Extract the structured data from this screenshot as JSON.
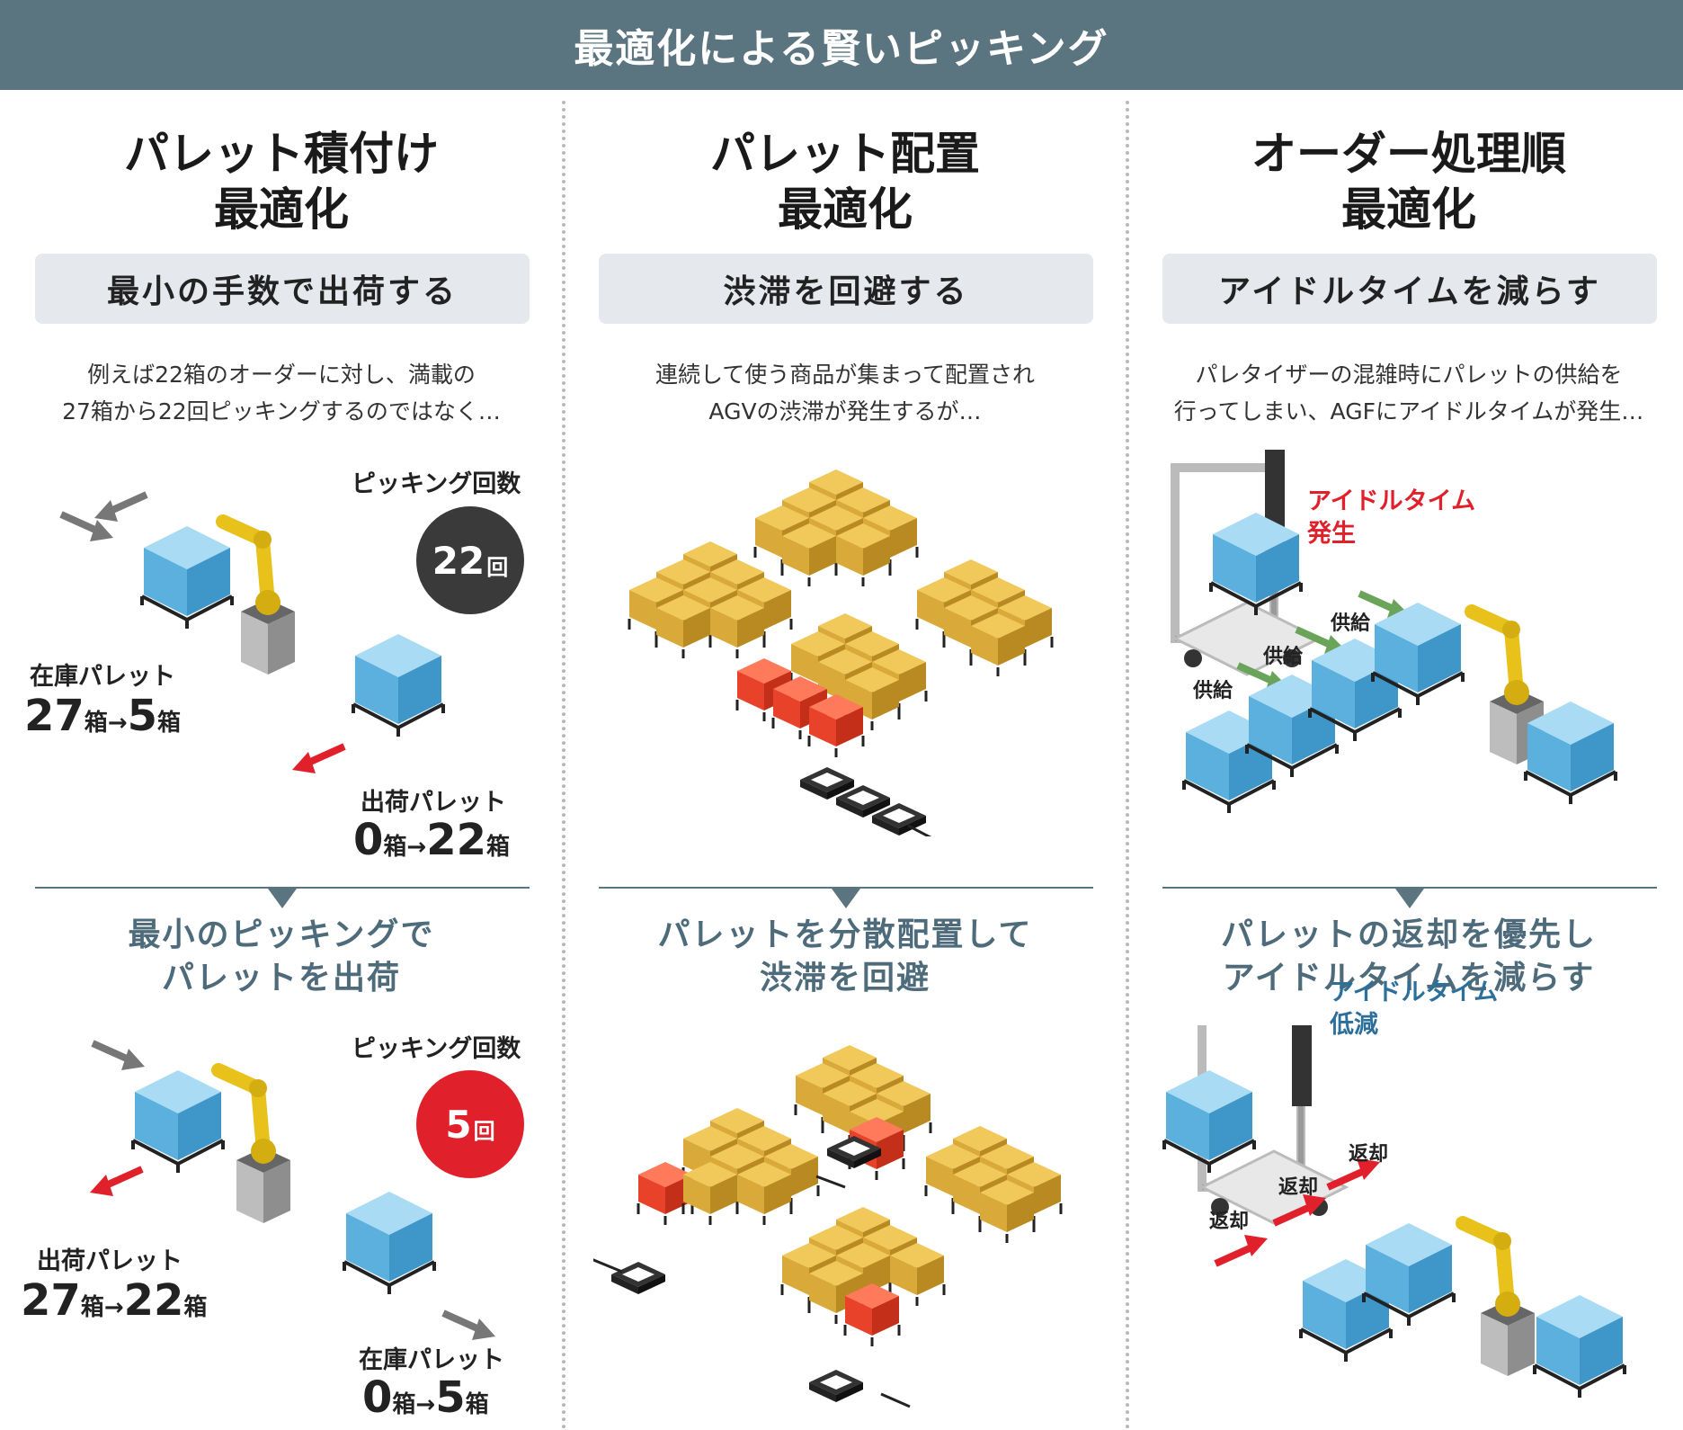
{
  "header": {
    "title": "最適化による賢いピッキング"
  },
  "columns": [
    {
      "title_line1": "パレット積付け",
      "title_line2": "最適化",
      "goal": "最小の手数で出荷する",
      "desc_line1": "例えば22箱のオーダーに対し、満載の",
      "desc_line2": "27箱から22回ピッキングするのではなく…",
      "before": {
        "picking_label": "ピッキング回数",
        "count": "22",
        "count_unit": "回",
        "stock_label": "在庫パレット",
        "stock_from": "27",
        "stock_to": "5",
        "ship_label": "出荷パレット",
        "ship_from": "0",
        "ship_to": "22",
        "box_unit": "箱",
        "arrow": "→"
      },
      "result_line1": "最小のピッキングで",
      "result_line2": "パレットを出荷",
      "after": {
        "picking_label": "ピッキング回数",
        "count": "5",
        "count_unit": "回",
        "ship_label": "出荷パレット",
        "ship_from": "27",
        "ship_to": "22",
        "stock_label": "在庫パレット",
        "stock_from": "0",
        "stock_to": "5",
        "box_unit": "箱",
        "arrow": "→"
      }
    },
    {
      "title_line1": "パレット配置",
      "title_line2": "最適化",
      "goal": "渋滞を回避する",
      "desc_line1": "連続して使う商品が集まって配置され",
      "desc_line2": "AGVの渋滞が発生するが…",
      "result_line1": "パレットを分散配置して",
      "result_line2": "渋滞を回避"
    },
    {
      "title_line1": "オーダー処理順",
      "title_line2": "最適化",
      "goal": "アイドルタイムを減らす",
      "desc_line1": "パレタイザーの混雑時にパレットの供給を",
      "desc_line2": "行ってしまい、AGFにアイドルタイムが発生…",
      "before": {
        "idle_line1": "アイドルタイム",
        "idle_line2": "発生",
        "supply": "供給"
      },
      "result_line1": "パレットの返却を優先し",
      "result_line2": "アイドルタイムを減らす",
      "after": {
        "idle_line1": "アイドルタイム",
        "idle_line2": "低減",
        "return": "返却"
      }
    }
  ],
  "colors": {
    "header": "#5b7580",
    "accent_red": "#e0212b",
    "dark_circle": "#3a3a3a",
    "box_blue": "#5cb0de",
    "box_yellow": "#d9a93a",
    "robot": "#e8c21b"
  }
}
